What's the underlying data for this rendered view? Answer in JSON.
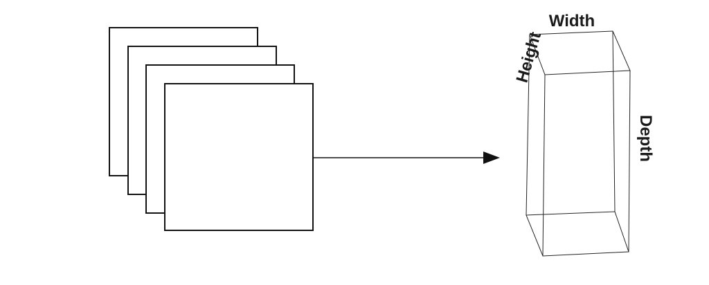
{
  "cuboid": {
    "width_label": "Width",
    "height_label": "Height",
    "depth_label": "Depth"
  },
  "stack": {
    "layer_count": 4
  },
  "colors": {
    "stroke": "#111111",
    "label": "#1a1a1a",
    "background": "#ffffff"
  }
}
